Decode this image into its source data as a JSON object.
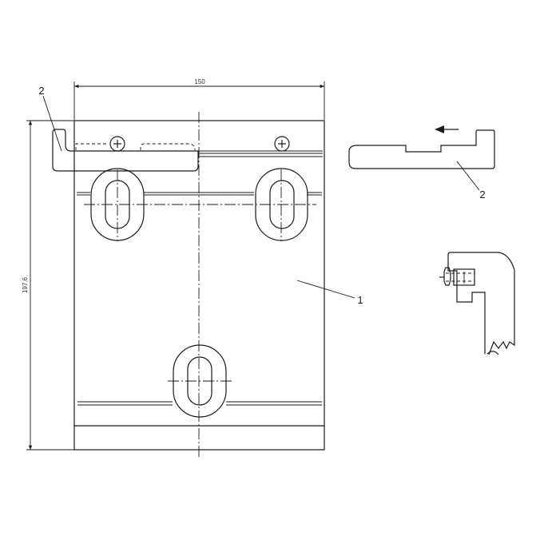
{
  "dimensions": {
    "width_label": "150",
    "height_label": "197.6"
  },
  "callouts": {
    "plate": "1",
    "bracket_main": "2",
    "bracket_detail": "2"
  },
  "icons": {
    "screw": "screw-head-icon",
    "direction": "left-arrow-icon"
  }
}
